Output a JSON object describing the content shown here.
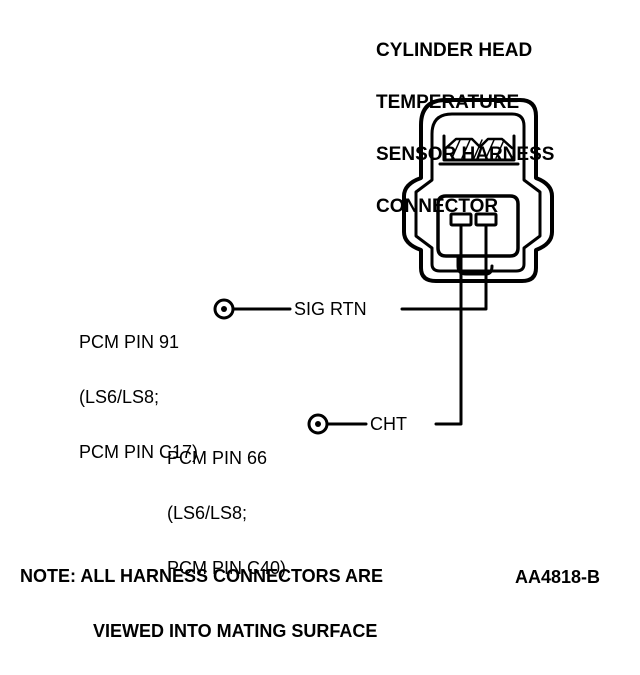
{
  "title": {
    "lines": [
      "CYLINDER HEAD",
      "TEMPERATURE",
      "SENSOR HARNESS",
      "CONNECTOR"
    ]
  },
  "pins": [
    {
      "pin_label": "PCM PIN 91",
      "alt_lines": [
        "(LS6/LS8;",
        "PCM PIN C17)"
      ],
      "signal": "SIG RTN"
    },
    {
      "pin_label": "PCM PIN 66",
      "alt_lines": [
        "(LS6/LS8;",
        "PCM PIN C40)"
      ],
      "signal": "CHT"
    }
  ],
  "note": {
    "lines": [
      "NOTE: ALL HARNESS CONNECTORS ARE",
      "VIEWED INTO MATING SURFACE"
    ]
  },
  "figure_code": "AA4818-B"
}
